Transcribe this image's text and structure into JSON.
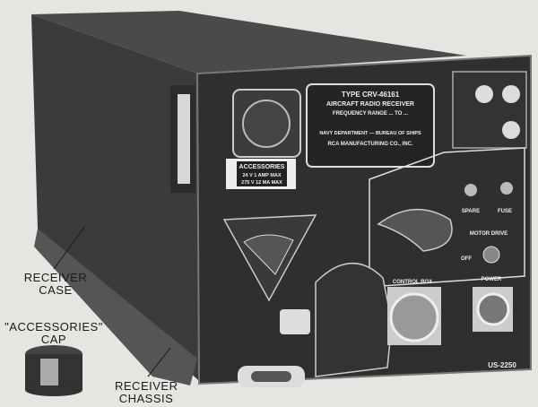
{
  "callouts": {
    "receiver_case": [
      "RECEIVER",
      "CASE"
    ],
    "accessories_cap": [
      "\"ACCESSORIES\"",
      "CAP"
    ],
    "receiver_chassis": [
      "RECEIVER",
      "CHASSIS"
    ]
  },
  "nameplate": {
    "line1": "TYPE CRV-46161",
    "line2": "AIRCRAFT RADIO RECEIVER",
    "line3": "FREQUENCY RANGE ... TO ...",
    "line4": "NAVY DEPARTMENT — BUREAU OF SHIPS",
    "line5": "RCA MANUFACTURING CO., INC."
  },
  "accessories_plate": {
    "title": "ACCESSORIES",
    "line1": "24 V 1 AMP MAX",
    "line2": "275 V 12 MA MAX"
  },
  "panel_labels": {
    "spare": "SPARE",
    "fuse": "FUSE",
    "motor_drive": "MOTOR DRIVE",
    "off": "OFF",
    "control_box": "CONTROL BOX",
    "power": "POWER"
  },
  "figure_id": "US-2250"
}
